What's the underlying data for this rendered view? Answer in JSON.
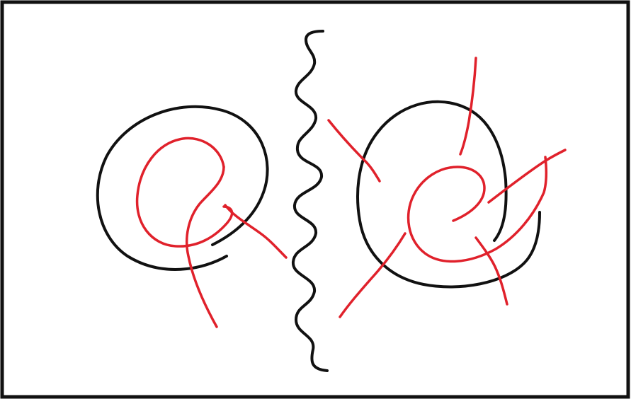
{
  "drawing": {
    "colors": {
      "frame": "#111111",
      "black_stroke": "#111111",
      "red_stroke": "#e0212b",
      "background": "#ffffff"
    },
    "elements": [
      "frame",
      "left-loop",
      "left-red-spiral",
      "left-red-tail",
      "wavy-divider",
      "right-loop",
      "right-red-spiral",
      "right-red-lines"
    ]
  }
}
